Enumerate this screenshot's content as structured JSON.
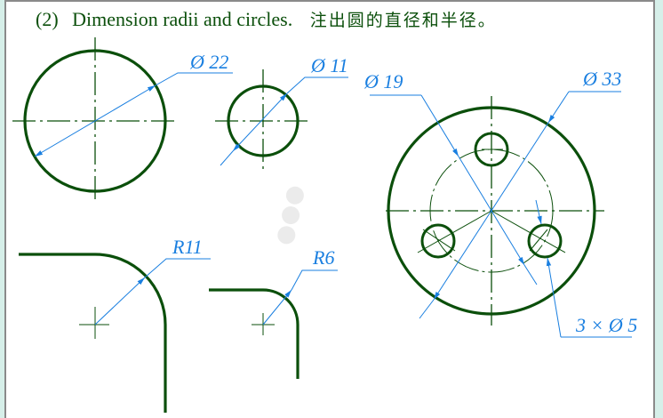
{
  "title": {
    "number": "(2)",
    "english": "Dimension radii and circles.",
    "chinese": "注出圆的直径和半径。"
  },
  "colors": {
    "outline": "#0b4f0b",
    "dimension": "#1a7fe0",
    "frame_border": "#8a8a8a",
    "outer_background": "#d6efe9"
  },
  "dimensions": {
    "circle_large": "Ø 22",
    "circle_small": "Ø 11",
    "flange_pcd": "Ø 19",
    "flange_outer": "Ø 33",
    "holes": "3 × Ø 5",
    "fillet_large": "R11",
    "fillet_small": "R6"
  },
  "watermark": "watermark-stamp"
}
